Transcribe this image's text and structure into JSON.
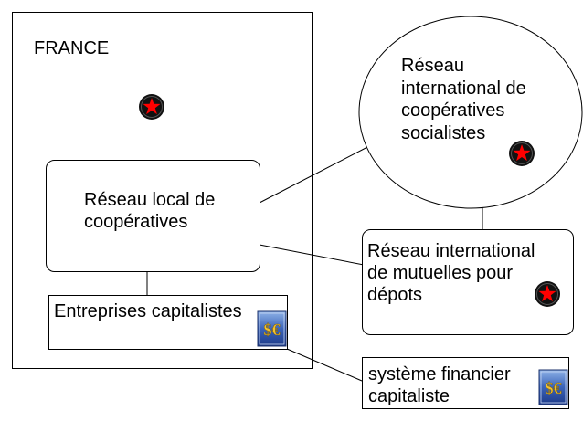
{
  "france": {
    "label": "FRANCE"
  },
  "local_network": {
    "line1": "Réseau local de",
    "line2": "coopératives"
  },
  "capitalist_companies": {
    "label": "Entreprises capitalistes",
    "currency_icon": "$€"
  },
  "international_socialist_network": {
    "line1": "Réseau",
    "line2": "international de",
    "line3": "coopératives",
    "line4": "socialistes"
  },
  "international_mutuals": {
    "line1": "Réseau international",
    "line2": "de mutuelles pour",
    "line3": "dépots"
  },
  "financial_system": {
    "line1": "système financier",
    "line2": "capitaliste",
    "currency_icon": "$€"
  },
  "colors": {
    "star_fill": "#ff0000",
    "star_circle": "#111111",
    "box_stroke": "#000000",
    "icon_bg": "#2c4fa8",
    "icon_glyph": "#f2c12e"
  }
}
